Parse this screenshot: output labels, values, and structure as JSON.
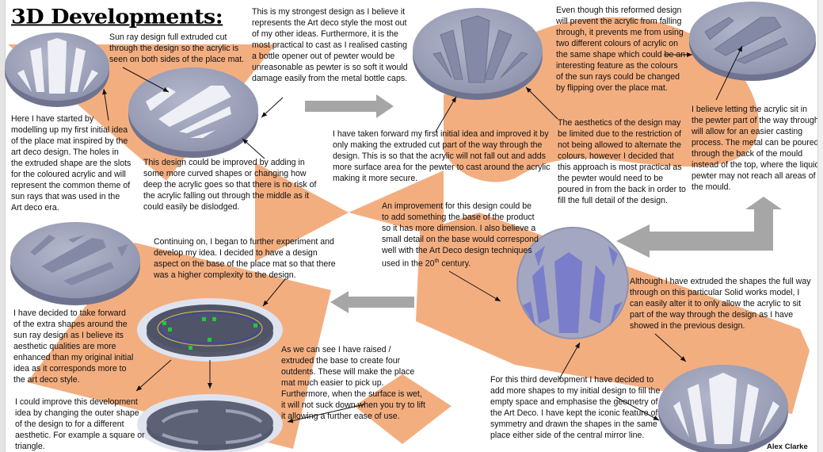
{
  "title": "3D Developments:",
  "author": "Alex Clarke",
  "colors": {
    "accent_orange": "#F3AE80",
    "arrow_gray": "#A6A6A6",
    "disc_gray": "#9DA1BA",
    "sketch_blue": "#6C6FCC"
  },
  "notes": {
    "sun_ray": "Sun ray design full extruded cut through the design so the acrylic is seen on both sides of the place mat.",
    "strongest": "This is my strongest design as I believe it represents the Art deco style the most out of my other ideas. Furthermore, it is the most practical to cast as I realised casting a bottle opener out of pewter would be unreasonable as pewter is so soft it would damage easily from the metal bottle caps.",
    "started": "Here I have started by modelling up my first initial idea of the place mat inspired by the art deco design. The holes in the extruded shape are the slots for the coloured acrylic and will represent the common theme of sun rays that was used in the Art deco era.",
    "improved": "This design could be improved by adding in some more curved shapes or changing how deep the acrylic goes so that there is no risk of the acrylic falling out through the middle as it could easily be dislodged.",
    "taken_forward": "I have taken forward my first initial idea and improved it by only making the extruded cut part of the way through the design. This is so that the acrylic will not fall out and adds more surface area for the pewter to cast around the acrylic making it more secure.",
    "even_though": "Even though this reformed design will prevent the acrylic from falling through, it prevents me from using two different colours of acrylic on the same shape which could be an interesting feature as the colours of the sun rays could be changed by flipping over the place mat.",
    "aesthetics": "The aesthetics of the design may be limited due to the restriction of not being allowed to alternate the colours, however I decided that this approach is most practical as the pewter would need to be poured in from the back in order to fill the full detail of the design.",
    "believe_letting": "I believe letting the acrylic sit in the pewter part of the way through will allow for an easier casting process. The metal can be poured through the back of the mould instead of the top, where the liquid pewter may not reach all areas of the mould.",
    "improvement_base": "An improvement for this design could be to add something the base of the product so it has more dimension. I also believe a small detail on the base would correspond well with the Art Deco design techniques used in the 20",
    "improvement_base_sup": "th",
    "improvement_base_end": " century.",
    "continuing": "Continuing on, I began to further experiment and develop my idea. I decided to have a design aspect on the base of the place mat so that there was a higher complexity to the design.",
    "decided_forward": "I have decided to take forward of the extra shapes around the sun ray design as I believe its aesthetic qualities are more enhanced than my original initial idea as it corresponds more to the art deco style.",
    "raised": "As we can see I have raised / extruded the base to create four outdents. These will make the place mat much easier to pick up. Furthermore, when the surface is wet, it will not suck down when you try to lift it allowing a further ease of use.",
    "could_improve": "I could improve this development idea by changing the outer shape of the design to for a different aesthetic. For example a square or triangle.",
    "although": "Although I have extruded the shapes the full way through on this particular Solid works model, I can easily alter it to only allow the acrylic to sit part of the way through the design as I have showed in the previous design.",
    "third": "For this third development I have decided to add more shapes to my initial design to fill the empty space and emphasise the geometry of the Art Deco. I have kept the iconic feature of symmetry and drawn the shapes in the same place either side of the central mirror line."
  }
}
